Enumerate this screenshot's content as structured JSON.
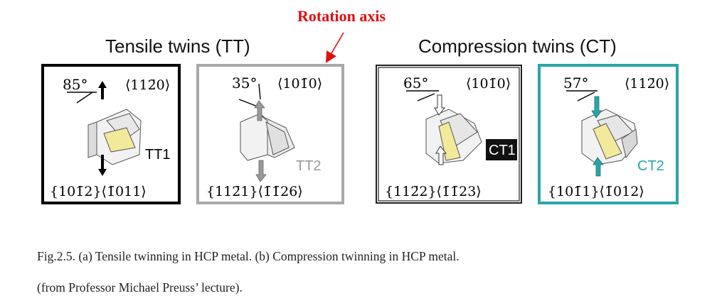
{
  "rotation_axis_label": "Rotation axis",
  "groups": {
    "tensile": {
      "title": "Tensile twins (TT)"
    },
    "compression": {
      "title": "Compression twins (CT)"
    }
  },
  "panels": [
    {
      "angle": "85°",
      "axis": "⟨112̄0⟩",
      "tag": "TT1",
      "plane": "{101̄2}⟨1̄011⟩",
      "border_color": "#000000",
      "tag_color": "#111111"
    },
    {
      "angle": "35°",
      "axis": "⟨101̄0⟩",
      "tag": "TT2",
      "plane": "{112̄1}⟨1̄1̄26⟩",
      "border_color": "#a9a9a9",
      "tag_color": "#9a9a9a"
    },
    {
      "angle": "65°",
      "axis": "⟨101̄0⟩",
      "tag": "CT1",
      "plane": "{112̄2}⟨1̄1̄23⟩",
      "border_color": "#222222",
      "tag_color": "#ffffff"
    },
    {
      "angle": "57°",
      "axis": "⟨112̄0⟩",
      "tag": "CT2",
      "plane": "{101̄1}⟨1̄012⟩",
      "border_color": "#2aa6a8",
      "tag_color": "#2aa6a8"
    }
  ],
  "caption": {
    "line1": "Fig.2.5. (a) Tensile twinning in HCP metal. (b) Compression twinning in HCP metal.",
    "line2": "(from Professor Michael Preuss’ lecture)."
  },
  "colors": {
    "rotation_axis": "#e01010",
    "tt1_border": "#000000",
    "tt2_border": "#a9a9a9",
    "ct2_border": "#2aa6a8",
    "twin_fill": "#f2ea9a"
  },
  "icons": [
    "black-arrow-icon",
    "gray-arrow-icon",
    "hollow-arrow-icon",
    "teal-arrow-icon"
  ]
}
